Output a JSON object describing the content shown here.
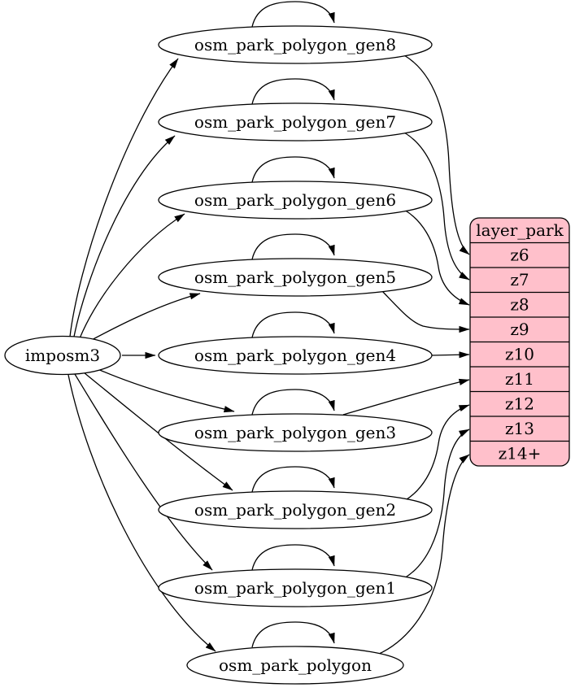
{
  "diagram": {
    "background_color": "#ffffff",
    "edge_color": "#000000",
    "node_fill_color": "#ffffff",
    "source": {
      "label": "imposm3"
    },
    "tables": [
      {
        "label": "osm_park_polygon_gen8",
        "target_zoom": "z6"
      },
      {
        "label": "osm_park_polygon_gen7",
        "target_zoom": "z7"
      },
      {
        "label": "osm_park_polygon_gen6",
        "target_zoom": "z8"
      },
      {
        "label": "osm_park_polygon_gen5",
        "target_zoom": "z9"
      },
      {
        "label": "osm_park_polygon_gen4",
        "target_zoom": "z10"
      },
      {
        "label": "osm_park_polygon_gen3",
        "target_zoom": "z11"
      },
      {
        "label": "osm_park_polygon_gen2",
        "target_zoom": "z12"
      },
      {
        "label": "osm_park_polygon_gen1",
        "target_zoom": "z13"
      },
      {
        "label": "osm_park_polygon",
        "target_zoom": "z14+"
      }
    ],
    "layer": {
      "header": "layer_park",
      "fill_color": "#ffc0cb",
      "rows": [
        "z6",
        "z7",
        "z8",
        "z9",
        "z10",
        "z11",
        "z12",
        "z13",
        "z14+"
      ]
    }
  }
}
